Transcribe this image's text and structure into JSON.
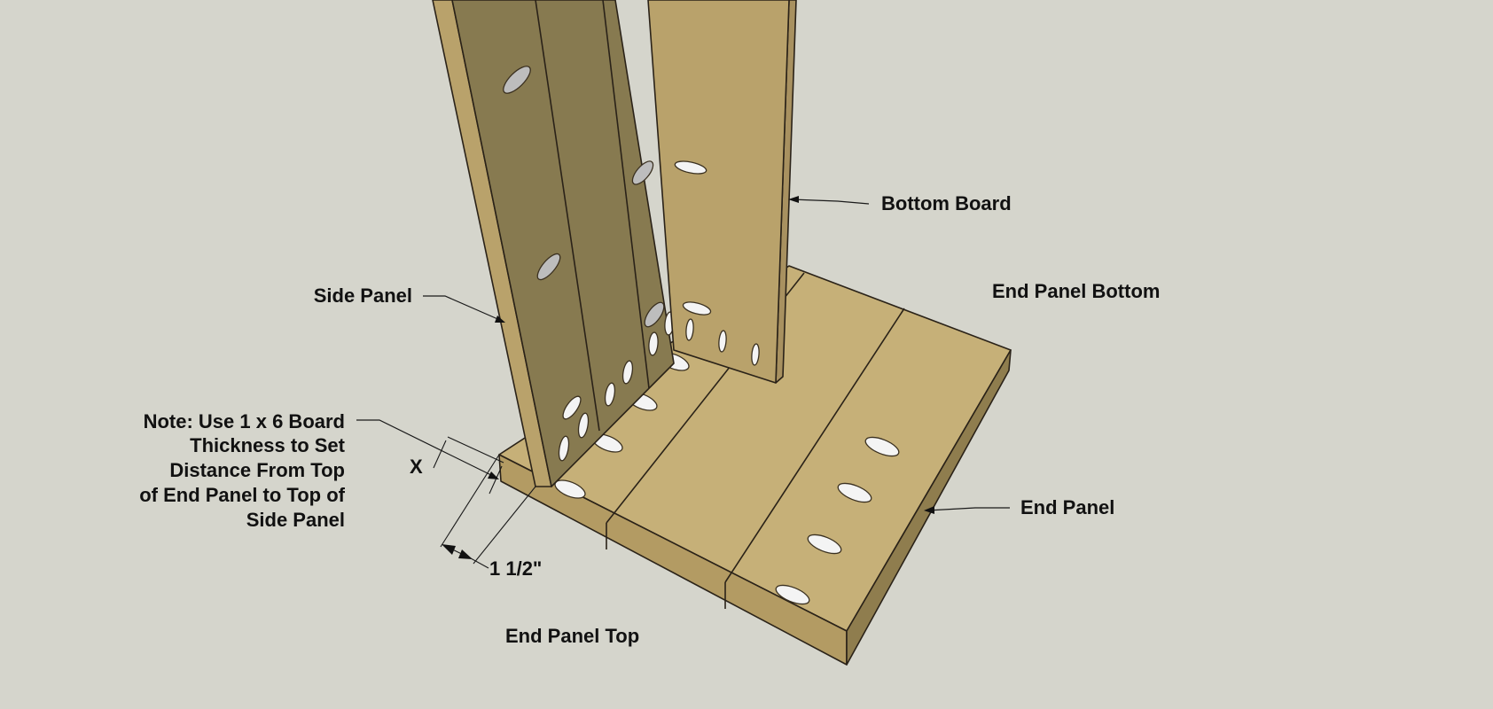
{
  "colors": {
    "background": "#d5d5cc",
    "wood_top": "#c6b078",
    "wood_side_light": "#b9a26b",
    "wood_side_dark": "#877a50",
    "wood_edge": "#a89160"
  },
  "labels": {
    "bottom_board": "Bottom Board",
    "end_panel_bottom": "End Panel Bottom",
    "side_panel": "Side Panel",
    "note_lines": [
      "Note: Use 1 x 6 Board",
      "Thickness to Set",
      "Distance From Top",
      "of End Panel to Top of",
      "Side Panel"
    ],
    "x_marker": "X",
    "dimension": "1 1/2\"",
    "end_panel": "End Panel",
    "end_panel_top": "End Panel Top"
  }
}
